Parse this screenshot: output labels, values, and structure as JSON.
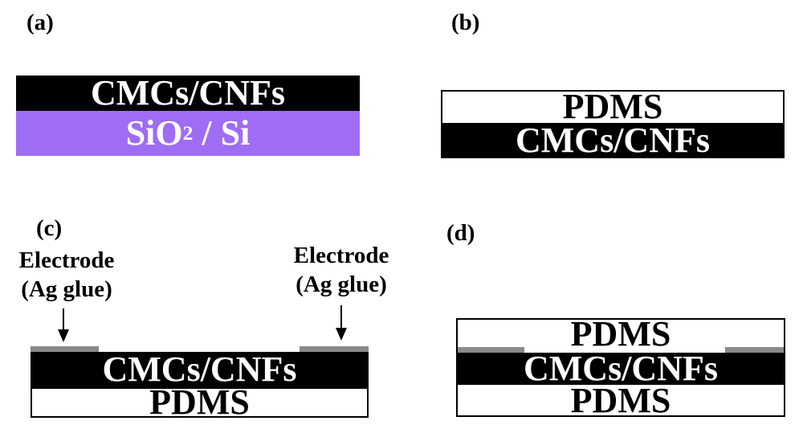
{
  "panels": {
    "a": {
      "label": "(a)",
      "top_layer": "CMCs/CNFs",
      "bottom_layer": {
        "main": "SiO",
        "sub": "2",
        "rest": " / Si"
      }
    },
    "b": {
      "label": "(b)",
      "top_layer": "PDMS",
      "bottom_layer": "CMCs/CNFs"
    },
    "c": {
      "label": "(c)",
      "electrode_left": "Electrode\n(Ag glue)",
      "electrode_right": "Electrode\n(Ag glue)",
      "middle_layer": "CMCs/CNFs",
      "bottom_layer": "PDMS"
    },
    "d": {
      "label": "(d)",
      "top_layer": "PDMS",
      "middle_layer": "CMCs/CNFs",
      "bottom_layer": "PDMS"
    }
  },
  "colors": {
    "cnf_layer": "#000000",
    "substrate": "#9f6cf4",
    "electrode": "#8a8a8a",
    "pdms": "#ffffff"
  }
}
